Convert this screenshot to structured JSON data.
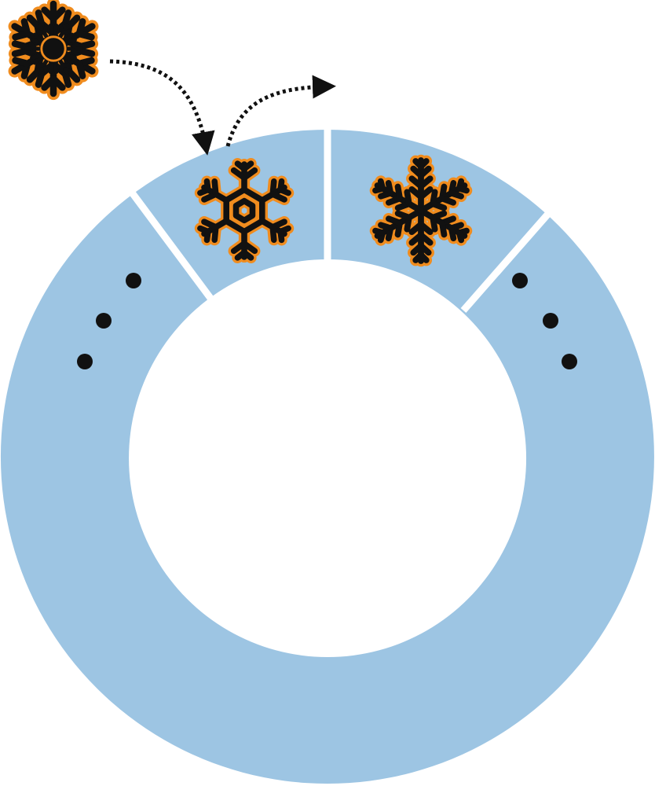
{
  "diagram": {
    "colors": {
      "ring": "#9dc5e3",
      "gap": "#ffffff",
      "snowflake_fill": "#111111",
      "snowflake_outline": "#f08c1e",
      "arrow": "#111111",
      "dots": "#111111"
    },
    "icons": {
      "incoming": "snowflake-icon",
      "slot_1": "snowflake-icon",
      "slot_2": "snowflake-icon"
    },
    "arrows": [
      "curved-dotted-arrow-in",
      "curved-dotted-arrow-out"
    ],
    "ellipsis_groups": [
      "ellipsis-left",
      "ellipsis-right"
    ]
  }
}
